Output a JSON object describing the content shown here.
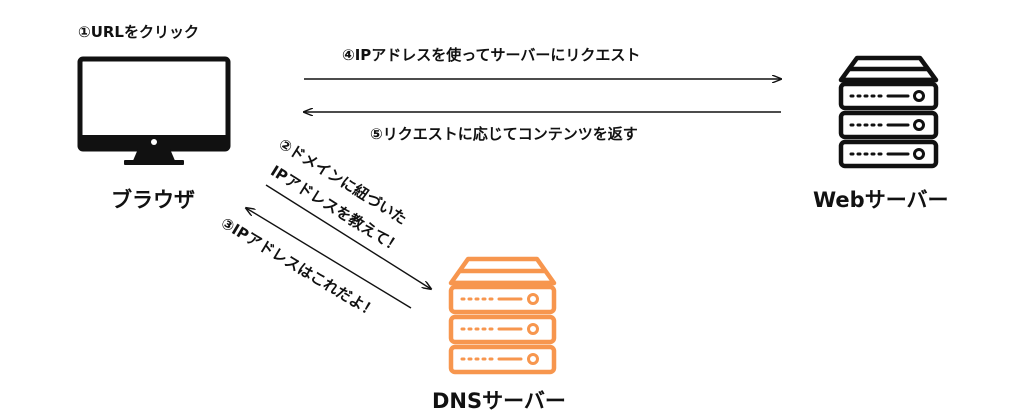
{
  "nodes": {
    "browser": {
      "label": "ブラウザ",
      "icon": "monitor-icon"
    },
    "web_server": {
      "label": "Webサーバー",
      "icon": "server-icon"
    },
    "dns_server": {
      "label": "DNSサーバー",
      "icon": "server-icon"
    }
  },
  "steps": {
    "s1": "①URLをクリック",
    "s2_line1": "②ドメインに紐づいた",
    "s2_line2": "IPアドレスを教えて！",
    "s3": "③IPアドレスはこれだよ！",
    "s4": "④IPアドレスを使ってサーバーにリクエスト",
    "s5": "⑤リクエストに応じてコンテンツを返す"
  },
  "colors": {
    "text": "#111111",
    "line": "#111111",
    "dns_accent": "#f7964e"
  }
}
